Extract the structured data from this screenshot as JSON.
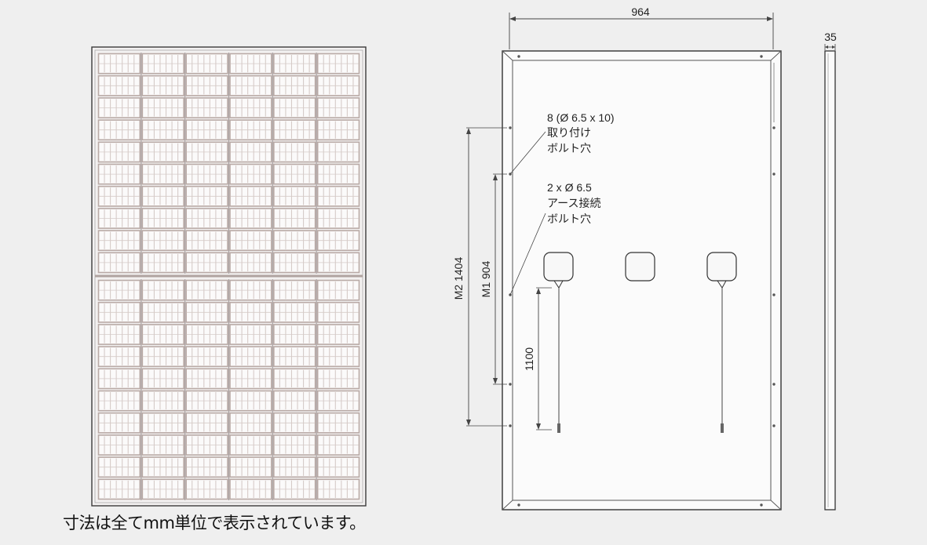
{
  "colors": {
    "background": "#efefef",
    "frame_outline": "#3a3a3a",
    "cell_frame": "#b9aaa6",
    "cell_frame_light": "#d6cbc8",
    "dimension_line": "#444444"
  },
  "front_view": {
    "rows_per_half": 10,
    "cell_columns": 6
  },
  "rear_view": {
    "width_dim": "964",
    "callout_mount": {
      "line1": "8 (Ø 6.5 x 10)",
      "line2": "取り付け",
      "line3": "ボルト穴"
    },
    "callout_ground": {
      "line1": "2 x Ø 6.5",
      "line2": "アース接続",
      "line3": "ボルト穴"
    },
    "dim_m2": "M2  1404",
    "dim_m1": "M1  904",
    "dim_cable": "1100"
  },
  "side_view": {
    "thickness_dim": "35"
  },
  "footnote": "寸法は全てmm単位で表示されています。"
}
